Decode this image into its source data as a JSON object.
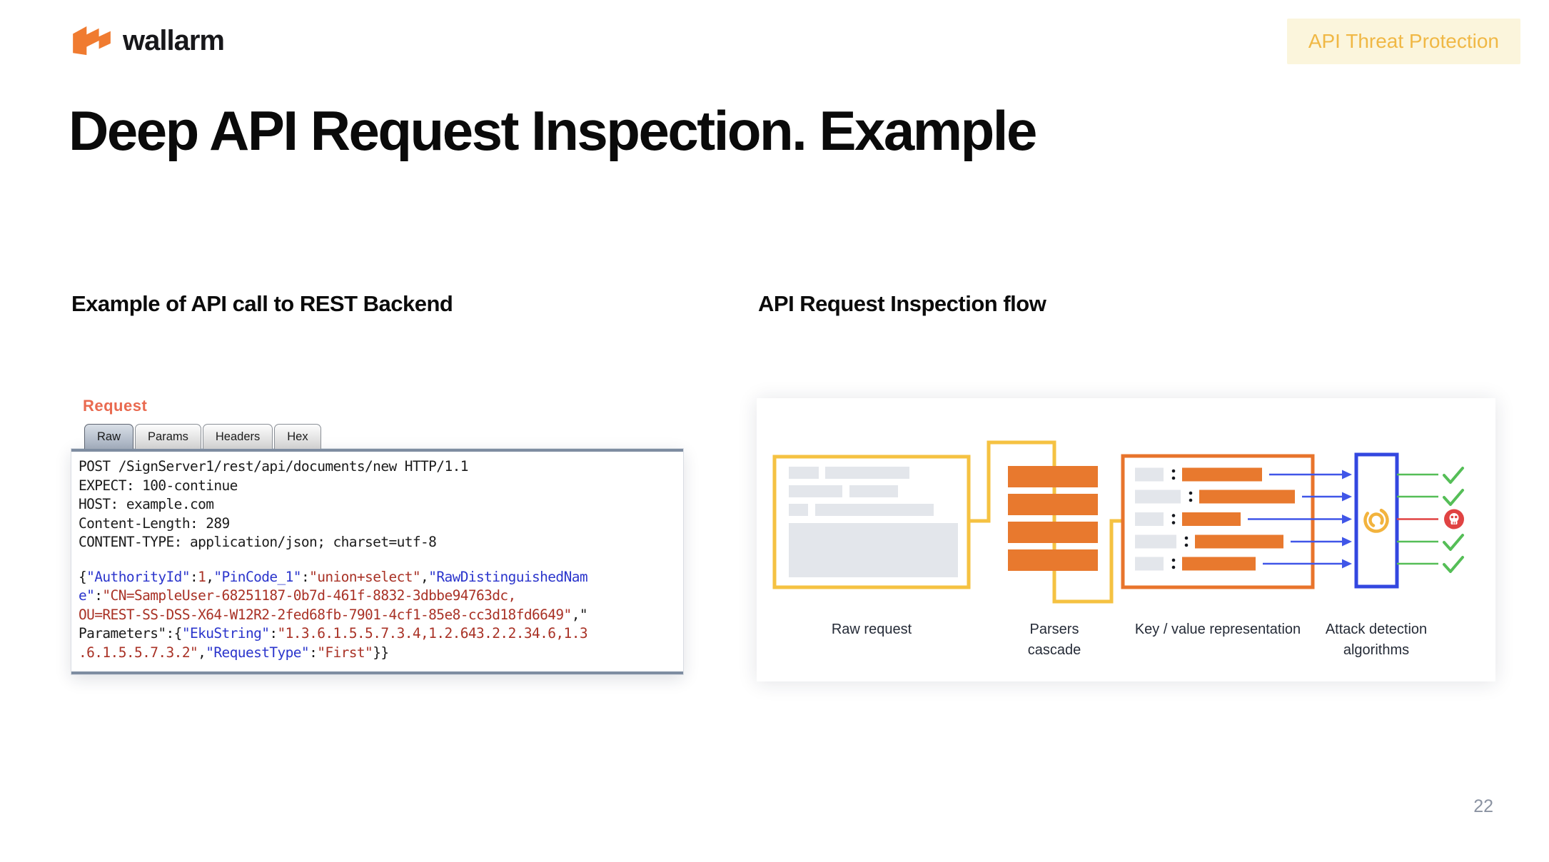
{
  "header": {
    "brand": "wallarm",
    "badge": "API Threat Protection"
  },
  "title": "Deep API Request Inspection. Example",
  "left": {
    "heading": "Example of API call to REST Backend",
    "request_label": "Request",
    "tabs": [
      "Raw",
      "Params",
      "Headers",
      "Hex"
    ],
    "active_tab": "Raw",
    "http_headers": [
      "POST /SignServer1/rest/api/documents/new HTTP/1.1",
      "EXPECT: 100-continue",
      "HOST: example.com",
      "Content-Length: 289",
      "CONTENT-TYPE: application/json; charset=utf-8"
    ],
    "body_lines": [
      [
        {
          "c": "p",
          "t": "{"
        },
        {
          "c": "k",
          "t": "\"AuthorityId\""
        },
        {
          "c": "p",
          "t": ":"
        },
        {
          "c": "v",
          "t": "1"
        },
        {
          "c": "p",
          "t": ","
        },
        {
          "c": "k",
          "t": "\"PinCode_1\""
        },
        {
          "c": "p",
          "t": ":"
        },
        {
          "c": "v",
          "t": "\"union+select\""
        },
        {
          "c": "p",
          "t": ","
        },
        {
          "c": "k",
          "t": "\"RawDistinguishedNam"
        }
      ],
      [
        {
          "c": "k",
          "t": "e\""
        },
        {
          "c": "p",
          "t": ":"
        },
        {
          "c": "v",
          "t": "\"CN=SampleUser-68251187-0b7d-461f-8832-3dbbe94763dc,"
        }
      ],
      [
        {
          "c": "v",
          "t": "OU=REST-SS-DSS-X64-W12R2-2fed68fb-7901-4cf1-85e8-cc3d18fd6649\""
        },
        {
          "c": "p",
          "t": ",\""
        }
      ],
      [
        {
          "c": "p",
          "t": "Parameters\":{"
        },
        {
          "c": "k",
          "t": "\"EkuString\""
        },
        {
          "c": "p",
          "t": ":"
        },
        {
          "c": "v",
          "t": "\"1.3.6.1.5.5.7.3.4,1.2.643.2.2.34.6,1.3"
        }
      ],
      [
        {
          "c": "v",
          "t": ".6.1.5.5.7.3.2\""
        },
        {
          "c": "p",
          "t": ","
        },
        {
          "c": "k",
          "t": "\"RequestType\""
        },
        {
          "c": "p",
          "t": ":"
        },
        {
          "c": "v",
          "t": "\"First\""
        },
        {
          "c": "p",
          "t": "}}"
        }
      ]
    ]
  },
  "right": {
    "heading": "API Request Inspection flow",
    "flow": {
      "stages": [
        {
          "label": "Raw request"
        },
        {
          "label": "Parsers cascade"
        },
        {
          "label": "Key / value representation"
        },
        {
          "label": "Attack detection algorithms"
        }
      ],
      "results": [
        "pass",
        "pass",
        "fail",
        "pass",
        "pass"
      ]
    }
  },
  "page_number": "22",
  "colors": {
    "accent_yellow": "#F5C242",
    "accent_orange": "#E8792E",
    "box_orange_border": "#E8742C",
    "accent_blue": "#3347E0",
    "arrow_blue": "#4056E8",
    "pass_green": "#55BE57",
    "fail_red": "#E04343",
    "badge_bg": "#FBF5DC",
    "badge_text": "#F0B845",
    "request_label": "#E96A50",
    "code_key": "#2B35CC",
    "code_value": "#A93226",
    "logo_orange": "#F07B30",
    "placeholder_gray": "#E3E6EB"
  }
}
